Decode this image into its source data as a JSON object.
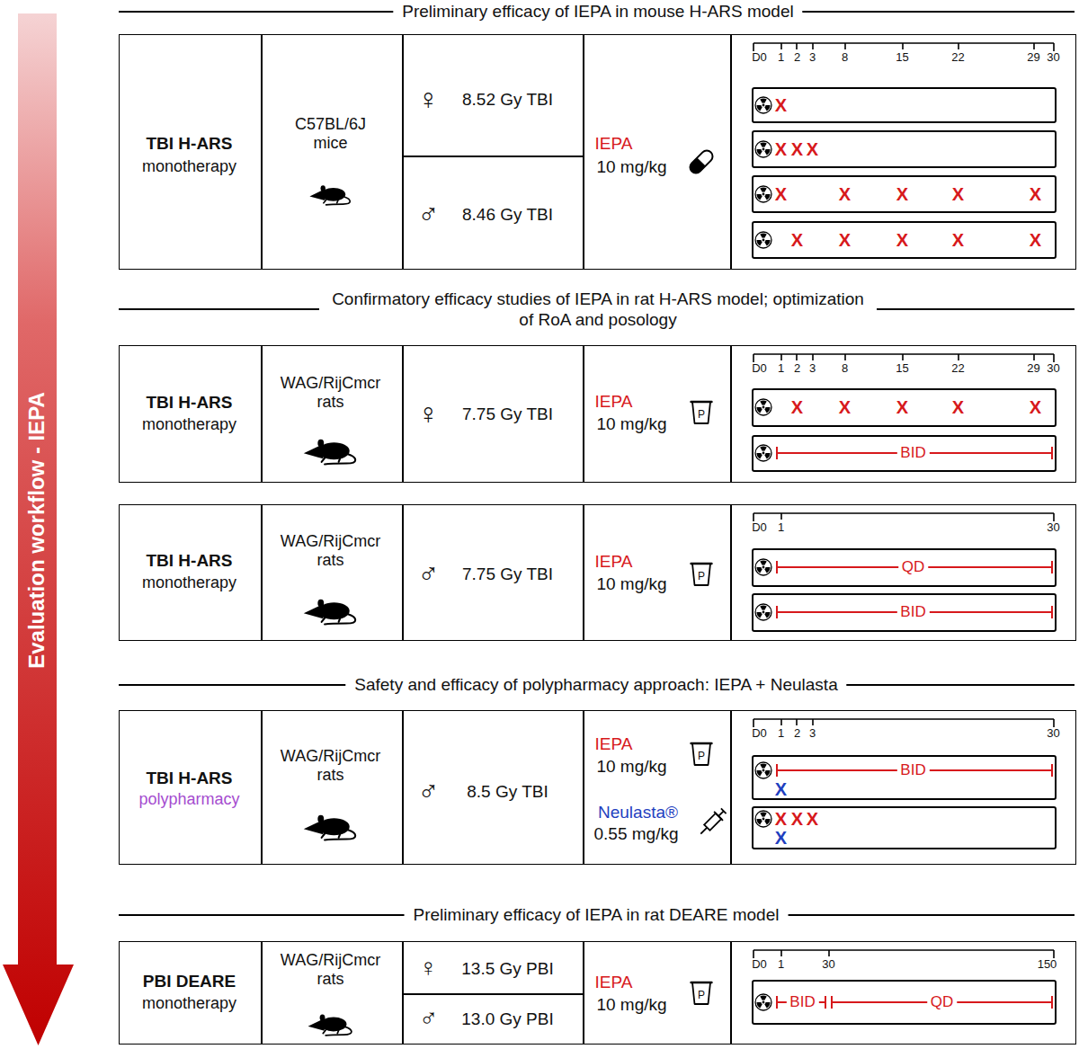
{
  "diagram": {
    "nodes": [
      {
        "text": [
          "Evaluation workflow - IEPA"
        ]
      },
      {
        "text": [
          "TBI H-ARS",
          "monotherapy"
        ]
      },
      {
        "text": [
          "C57BL/6J mice"
        ]
      },
      {
        "text": [
          "♀",
          "8.52 Gy TBI"
        ]
      },
      {
        "text": [
          "♂",
          "8.46 Gy TBI"
        ]
      },
      {
        "text": [
          "IEPA",
          "10 mg/kg"
        ]
      },
      {
        "text": [
          "D0",
          "1",
          "2",
          "3",
          "8",
          "15",
          "22",
          "29",
          "30"
        ]
      },
      {
        "text": [
          "X"
        ],
        "in": 6
      },
      {
        "text": [
          "X",
          "X",
          "X"
        ],
        "in": 6
      },
      {
        "text": [
          "X",
          "X",
          "X",
          "X",
          "X"
        ],
        "in": 6
      },
      {
        "text": [
          "X",
          "X",
          "X",
          "X",
          "X"
        ],
        "in": 6
      },
      {
        "text": [
          "TBI H-ARS",
          "monotherapy"
        ]
      },
      {
        "text": [
          "WAG/RijCmcr rats"
        ]
      },
      {
        "text": [
          "♀",
          "7.75 Gy TBI"
        ]
      },
      {
        "text": [
          "IEPA",
          "10 mg/kg"
        ]
      },
      {
        "text": [
          "D0",
          "1",
          "2",
          "3",
          "8",
          "15",
          "22",
          "29",
          "30"
        ]
      },
      {
        "text": [
          "X",
          "X",
          "X",
          "X",
          "X"
        ],
        "in": 15
      },
      {
        "text": [
          "BID"
        ],
        "in": 15
      },
      {
        "text": [
          "TBI H-ARS",
          "monotherapy"
        ]
      },
      {
        "text": [
          "WAG/RijCmcr rats"
        ]
      },
      {
        "text": [
          "♂",
          "7.75 Gy TBI"
        ]
      },
      {
        "text": [
          "IEPA",
          "10 mg/kg"
        ]
      },
      {
        "text": [
          "D0",
          "1",
          "30"
        ]
      },
      {
        "text": [
          "QD"
        ],
        "in": 22
      },
      {
        "text": [
          "BID"
        ],
        "in": 22
      },
      {
        "text": [
          "TBI H-ARS",
          "polypharmacy"
        ]
      },
      {
        "text": [
          "WAG/RijCmcr rats"
        ]
      },
      {
        "text": [
          "♂",
          "8.5 Gy TBI"
        ]
      },
      {
        "text": [
          "IEPA",
          "10 mg/kg",
          "Neulasta®",
          "0.55 mg/kg"
        ]
      },
      {
        "text": [
          "D0",
          "1",
          "2",
          "3",
          "30"
        ]
      },
      {
        "text": [
          "BID",
          "X"
        ],
        "in": 29
      },
      {
        "text": [
          "X",
          "X",
          "X",
          "X"
        ],
        "in": 29
      },
      {
        "text": [
          "PBI DEARE",
          "monotherapy"
        ]
      },
      {
        "text": [
          "WAG/RijCmcr rats"
        ]
      },
      {
        "text": [
          "♀",
          "13.5 Gy PBI"
        ]
      },
      {
        "text": [
          "♂",
          "13.0 Gy PBI"
        ]
      },
      {
        "text": [
          "IEPA",
          "10 mg/kg"
        ]
      },
      {
        "text": [
          "D0",
          "1",
          "30",
          "150"
        ]
      },
      {
        "text": [
          "BID",
          "QD"
        ],
        "in": 37
      }
    ],
    "labels": [
      "Preliminary efficacy of IEPA in mouse H-ARS model",
      "Confirmatory efficacy studies of IEPA in rat H-ARS model; optimization of RoA and posology",
      "P",
      "P",
      "Safety and efficacy of polypharmacy approach: IEPA + Neulasta",
      "P",
      "Preliminary efficacy of IEPA in rat DEARE model",
      "P"
    ]
  }
}
